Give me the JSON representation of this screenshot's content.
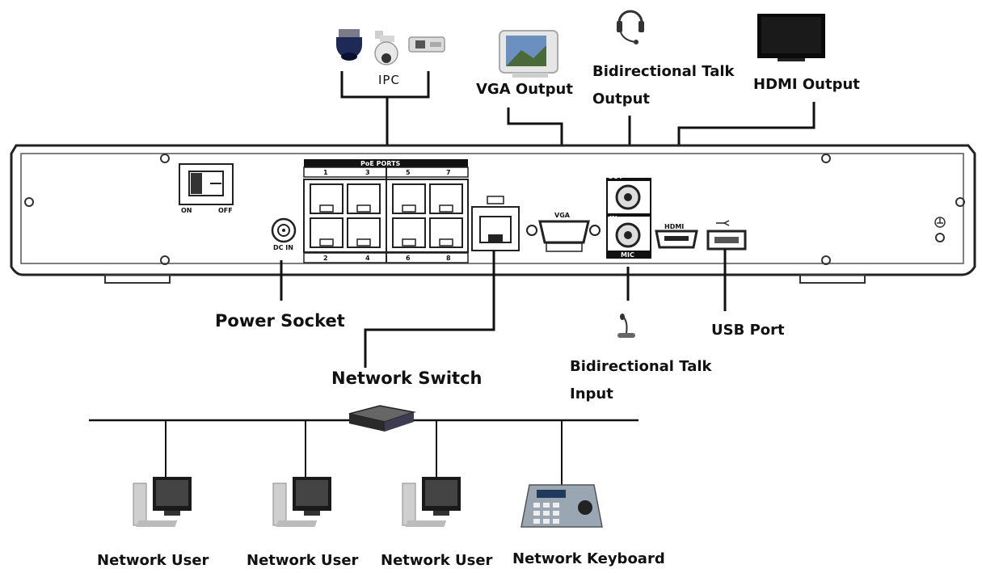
{
  "labels": {
    "ipc": "IPC",
    "vga_output": "VGA Output",
    "talk_output_1": "Bidirectional Talk",
    "talk_output_2": "Output",
    "hdmi_output": "HDMI Output",
    "power_socket": "Power Socket",
    "network_switch": "Network Switch",
    "talk_input_1": "Bidirectional Talk",
    "talk_input_2": "Input",
    "usb_port": "USB Port",
    "network_user_1": "Network User",
    "network_user_2": "Network User",
    "network_user_3": "Network User",
    "network_keyboard": "Network Keyboard"
  },
  "panel": {
    "poe_title": "PoE PORTS",
    "poe_top": [
      "1",
      "3",
      "5",
      "7"
    ],
    "poe_bottom": [
      "2",
      "4",
      "6",
      "8"
    ],
    "switch_on": "ON",
    "switch_off": "OFF",
    "dc_in": "DC IN",
    "vga": "VGA",
    "out": "OUT",
    "in": "IN",
    "mic": "MIC",
    "hdmi": "HDMI"
  },
  "icons": [
    "camera-dome-icon",
    "camera-speed-dome-icon",
    "camera-bullet-icon",
    "monitor-crt-icon",
    "headset-icon",
    "tv-icon",
    "microphone-icon",
    "switch-icon",
    "computer-icon",
    "keyboard-icon"
  ]
}
